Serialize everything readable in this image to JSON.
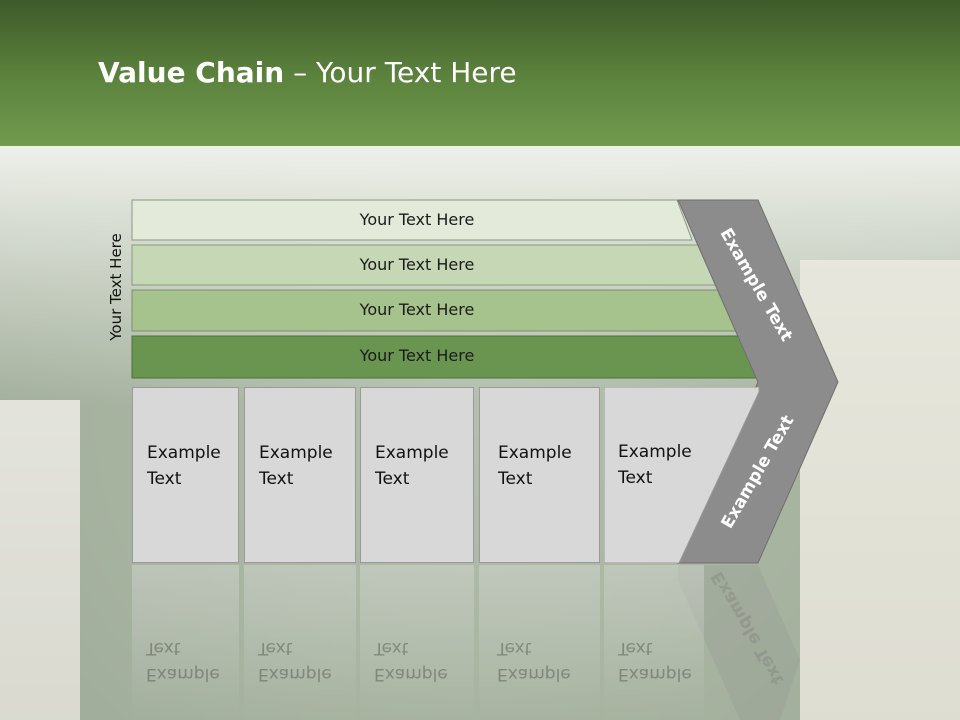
{
  "slide": {
    "title_bold": "Value Chain",
    "title_rest": " – Your Text Here",
    "side_label": "Your Text Here"
  },
  "bars": [
    {
      "label": "Your Text Here",
      "color": "#e3ead9"
    },
    {
      "label": "Your Text Here",
      "color": "#c6d7b5"
    },
    {
      "label": "Your Text Here",
      "color": "#a6c28d"
    },
    {
      "label": "Your Text Here",
      "color": "#6a9550"
    }
  ],
  "chevron": {
    "upper_text": "Example Text",
    "lower_text": "Example Text",
    "color": "#8c8c8c"
  },
  "boxes": [
    {
      "line1": "Example",
      "line2": "Text"
    },
    {
      "line1": "Example",
      "line2": "Text"
    },
    {
      "line1": "Example",
      "line2": "Text"
    },
    {
      "line1": "Example",
      "line2": "Text"
    },
    {
      "line1": "Example",
      "line2": "Text"
    }
  ],
  "colors": {
    "header_top": "#3e5a2a",
    "header_bottom": "#729a4e",
    "box_fill": "#d8d8d8"
  }
}
